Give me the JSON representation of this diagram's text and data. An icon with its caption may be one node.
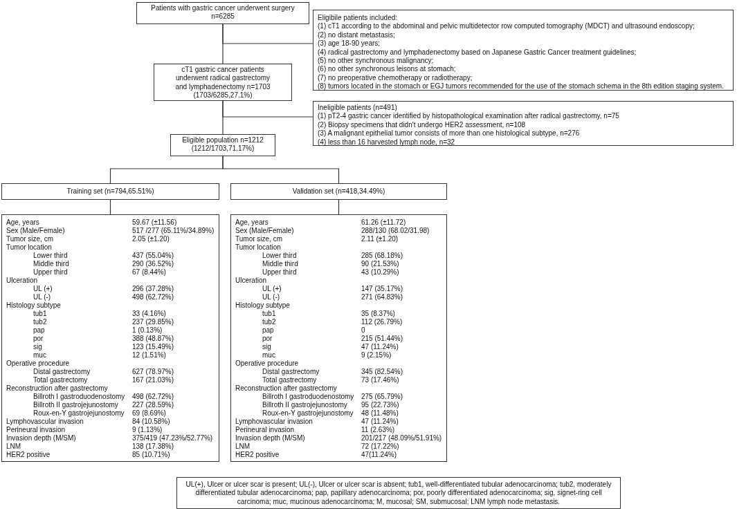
{
  "diagram": {
    "nodes": [
      {
        "text": [
          "Patients with gastric cancer underwent surgery n=6285"
        ]
      },
      {
        "text": [
          "Eligibile patients included:",
          "(1) cT1 according to the abdominal and pelvic multidetector row computed tomography (MDCT) and ultrasound endoscopy;",
          "(2) no distant metastasis;",
          "(3) age 18-90 years;",
          "(4) radical gastrectomy and lymphadenectomy based on Japanese Gastric Cancer treatment guidelines;",
          "(5) no other synchronous malignancy;",
          "(6) no other synchronous leisons at stomach;",
          "(7) no preoperative chemotherapy or radiotherapy;",
          "(8) tumors located in the stomach or EGJ tumors recommended for the use of the stomach schema in the 8th edition staging system."
        ]
      },
      {
        "text": [
          "cT1 gastric cancer patients underwent radical gastrectomy and lymphadenectomy n=1703 (1703/6285,27.1%)"
        ]
      },
      {
        "text": [
          "Ineligible patients (n=491)",
          "(1) pT2-4 gastric cancer identified by histopathological examination after radical gastrectomy, n=75",
          "(2) Biopsy specimens that didn't undergo HER2 assessment, n=108",
          "(3) A malignant epithelial tumor consists of more than one histological subtype, n=276",
          "(4) less than 16 harvested lymph node, n=32"
        ]
      },
      {
        "text": [
          "Eligible population n=1212 (1212/1703,71.17%)"
        ]
      },
      {
        "text": [
          "Training set (n=794,65.51%)"
        ]
      },
      {
        "text": [
          "Validation set (n=418,34.49%)"
        ]
      },
      {
        "text": [
          "Age, years",
          "59.67 (±11.56)",
          "Sex (Male/Female)",
          "517 /277 (65.11%/34.89%)",
          "Tumor size, cm",
          "2.05 (±1.20)",
          "Tumor location",
          "Lower third",
          "437 (55.04%)",
          "Middle third",
          "290 (36.52%)",
          "Upper third",
          "67 (8.44%)",
          "Ulceration",
          "UL (+)",
          "296 (37.28%)",
          "UL (-)",
          "498 (62.72%)",
          "Histology subtype",
          "tub1",
          "33 (4.16%)",
          "tub2",
          "237 (29.85%)",
          "pap",
          "1 (0.13%)",
          "por",
          "388 (48.87%)",
          "sig",
          "123 (15.49%)",
          "muc",
          "12 (1.51%)",
          "Operative procedure",
          "Distal gastrectomy",
          "627 (78.97%)",
          "Total gastrectomy",
          "167 (21.03%)",
          "Reconstruction after gastrectomy",
          "Billroth I gastroduodenostomy",
          "498 (62.72%)",
          "Billroth II gastrojejunostomy",
          "227 (28.59%)",
          "Roux-en-Y gastrojejunostomy",
          "69 (8.69%)",
          "Lymphovascular invasion",
          "84 (10.58%)",
          "Perineural invasion",
          "9 (1.13%)",
          "Invasion depth (M/SM)",
          "375/419 (47.23%/52.77%)",
          "LNM",
          "138 (17.38%)",
          "HER2 positive",
          "85 (10.71%)"
        ]
      },
      {
        "text": [
          "Age, years",
          "61.26 (±11.72)",
          "Sex (Male/Female)",
          "288/130 (68.02/31.98)",
          "Tumor size, cm",
          "2.11 (±1.20)",
          "Tumor location",
          "Lower third",
          "285 (68.18%)",
          "Middle third",
          "90 (21.53%)",
          "Upper third",
          "43 (10.29%)",
          "Ulceration",
          "UL (+)",
          "147 (35.17%)",
          "UL (-)",
          "271 (64.83%)",
          "Histology subtype",
          "tub1",
          "35 (8.37%)",
          "tub2",
          "112 (26.79%)",
          "pap",
          "0",
          "por",
          "215 (51.44%)",
          "sig",
          "47 (11.24%)",
          "muc",
          "9 (2.15%)",
          "Operative procedure",
          "Distal gastrectomy",
          "345 (82.54%)",
          "Total gastrectomy",
          "73 (17.46%)",
          "Reconstruction after gastrectomy",
          "Billroth I gastroduodenostomy",
          "275 (65.79%)",
          "Billroth II gastrojejunostomy",
          "95 (22.73%)",
          "Roux-en-Y gastrojejunostomy",
          "48 (11.48%)",
          "Lymphovascular invasion",
          "47 (11.24%)",
          "Perineural invasion",
          "11 (2.63%)",
          "Invasion depth (M/SM)",
          "201/217 (48.09%/51.91%)",
          "LNM",
          "72 (17.22%)",
          "HER2 positive",
          "47(11.24%)"
        ]
      },
      {
        "text": [
          "UL(+), Ulcer or ulcer scar is present; UL(-), Ulcer or ulcer scar is absent; tub1, well-differentiated tubular adenocarcinoma; tub2, moderately differentiated tubular adenocarcinoma; pap, papillary adenocarcinoma; por, poorly differentiated adenocarcinoma; sig, signet-ring cell carcinoma; muc, mucinous adenocarcinoma; M, mucosal; SM, submucosal; LNM lymph node metastasis."
        ]
      }
    ],
    "edges": [
      {
        "from": 0,
        "to": 2,
        "arrow": "none"
      },
      {
        "from": 0,
        "to": 1,
        "arrow": "none"
      },
      {
        "from": 2,
        "to": 4,
        "arrow": "none"
      },
      {
        "from": 2,
        "to": 3,
        "arrow": "none"
      },
      {
        "from": 4,
        "to": 5,
        "arrow": "none"
      },
      {
        "from": 4,
        "to": 6,
        "arrow": "none"
      },
      {
        "from": 5,
        "to": 7,
        "arrow": "none"
      },
      {
        "from": 6,
        "to": 8,
        "arrow": "none"
      }
    ]
  }
}
